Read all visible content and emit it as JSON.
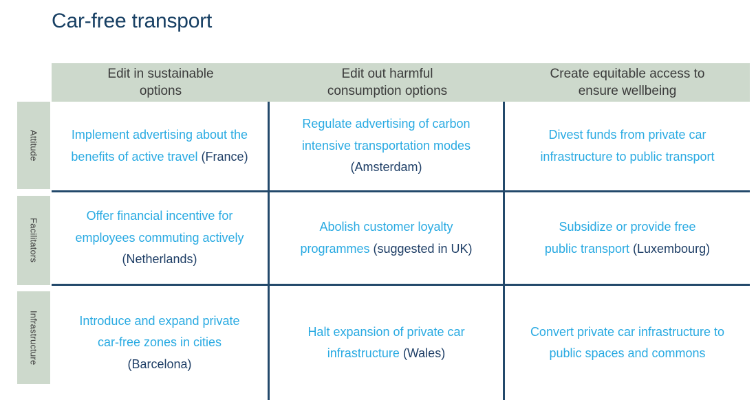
{
  "title": "Car-free transport",
  "colors": {
    "accent_blue": "#29aae2",
    "navy_line": "#23496b",
    "navy_text": "#1e3e66",
    "title_navy": "#173f63",
    "sage_band": "#cdd9cc",
    "header_text": "#3a3a3a"
  },
  "matrix": {
    "column_headers": [
      "Edit in sustainable\noptions",
      "Edit out harmful\nconsumption options",
      "Create equitable access to\nensure wellbeing"
    ],
    "row_headers": [
      "Attitude",
      "Facilitators",
      "Infrastructure"
    ],
    "cells": [
      [
        {
          "action": "Implement advertising about the\nbenefits of active travel",
          "note": "(France)"
        },
        {
          "action": "Regulate advertising of carbon\nintensive transportation modes\n",
          "note": "(Amsterdam)"
        },
        {
          "action": "Divest funds from private car\ninfrastructure to public transport",
          "note": ""
        }
      ],
      [
        {
          "action": "Offer financial incentive for\nemployees commuting actively\n",
          "note": "(Netherlands)"
        },
        {
          "action": "Abolish customer loyalty\nprogrammes",
          "note": "(suggested in UK)"
        },
        {
          "action": "Subsidize or provide free\npublic transport",
          "note": "(Luxembourg)"
        }
      ],
      [
        {
          "action": "Introduce and expand private\ncar-free zones in cities\n",
          "note": "(Barcelona)"
        },
        {
          "action": "Halt expansion of private car\ninfrastructure",
          "note": "(Wales)"
        },
        {
          "action": "Convert private car infrastructure to\npublic spaces and commons",
          "note": ""
        }
      ]
    ]
  }
}
